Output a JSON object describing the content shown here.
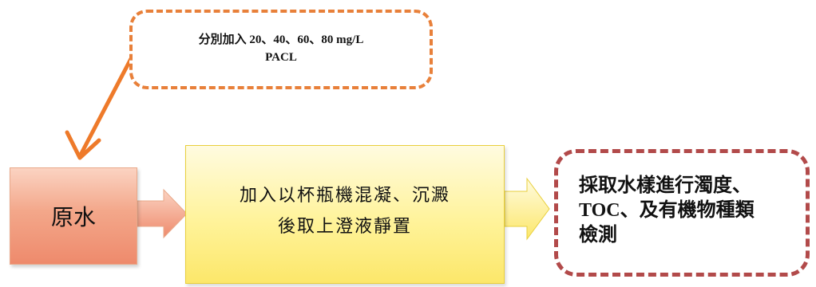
{
  "nodes": {
    "note": {
      "line1": "分別加入 20、40、60、80 mg/L",
      "line2": "PACL",
      "border_color": "#e8803a"
    },
    "raw_water": {
      "label": "原水",
      "fill_color": "#f3a78a"
    },
    "process": {
      "line1": "加入以杯瓶機混凝、沉澱",
      "line2": "後取上澄液靜置",
      "fill_color": "#fff39a"
    },
    "result": {
      "line1": "採取水樣進行濁度、",
      "line2": "TOC、及有機物種類",
      "line3": "檢測",
      "border_color": "#b24a4a"
    }
  },
  "edges": [
    {
      "from": "note",
      "to": "raw_water",
      "style": "orange-line-arrow"
    },
    {
      "from": "raw_water",
      "to": "process",
      "style": "block-arrow"
    },
    {
      "from": "process",
      "to": "result",
      "style": "block-arrow"
    }
  ]
}
